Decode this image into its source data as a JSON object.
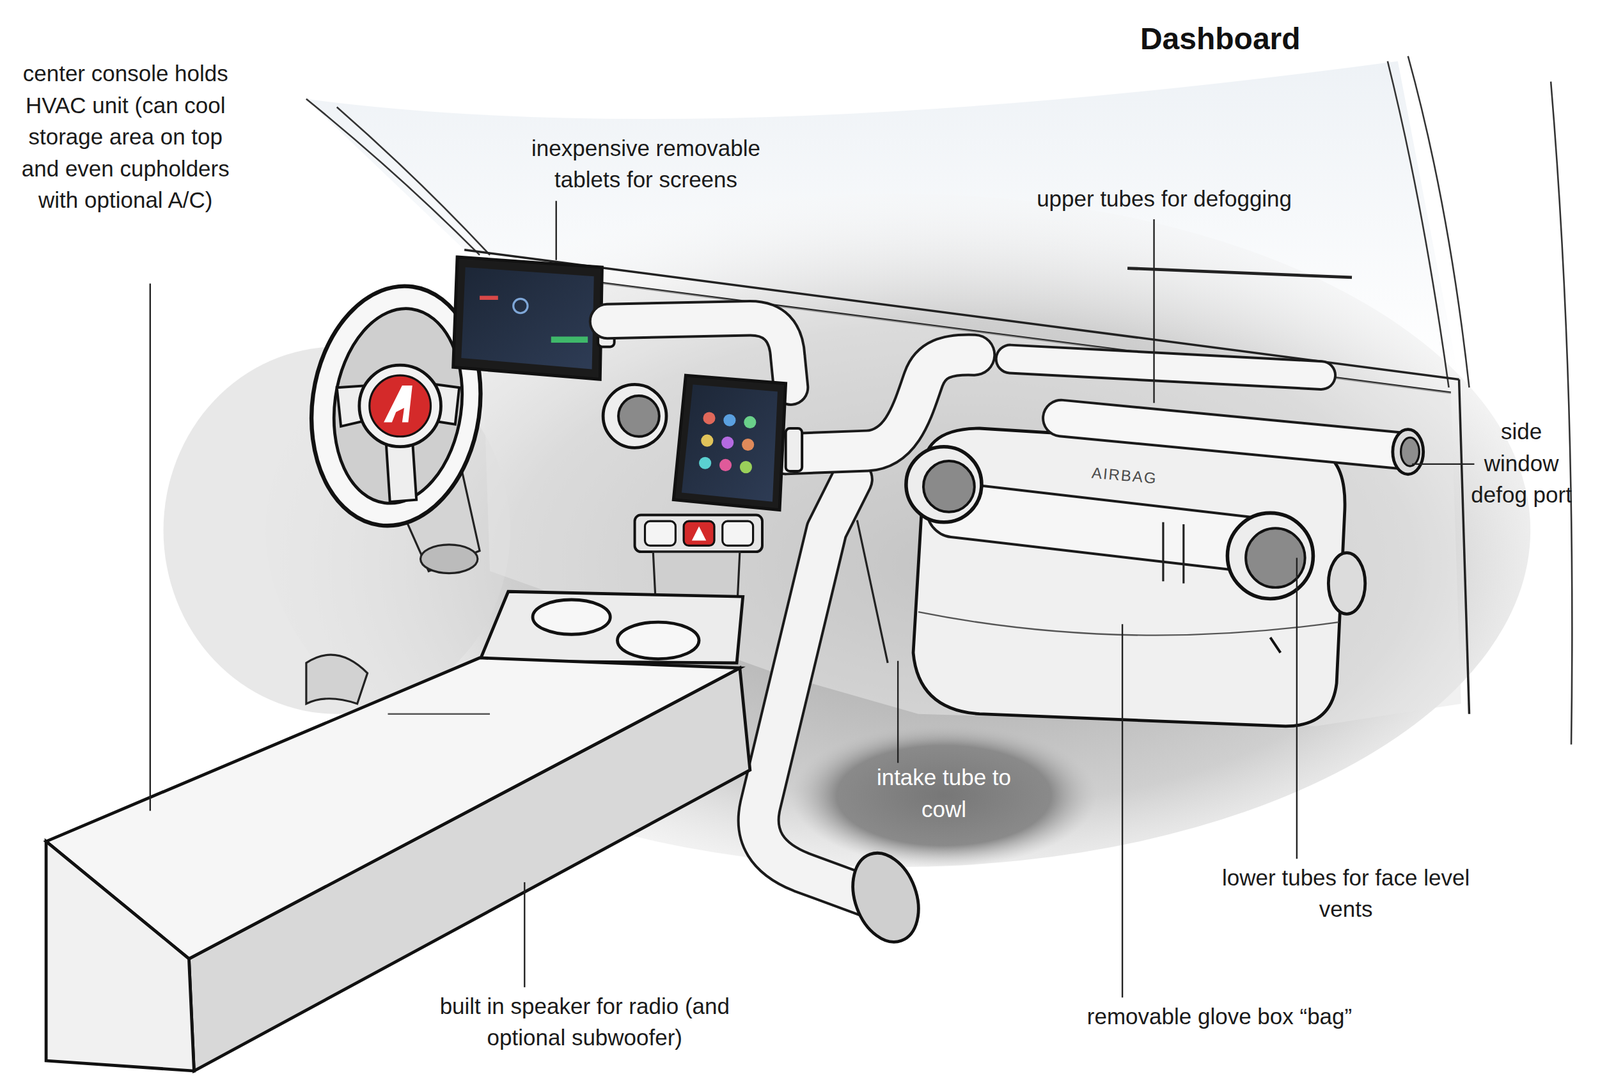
{
  "diagram": {
    "title": "Dashboard",
    "labels": [
      "center console holds HVAC unit (can cool storage area on top and even cupholders with optional A/C)",
      "inexpensive removable tablets for screens",
      "upper tubes for defogging",
      "side window defog port",
      "AIRBAG",
      "intake tube to cowl",
      "lower tubes for face level vents",
      "built in speaker for radio (and optional subwoofer)",
      "removable glove box “bag”"
    ]
  }
}
